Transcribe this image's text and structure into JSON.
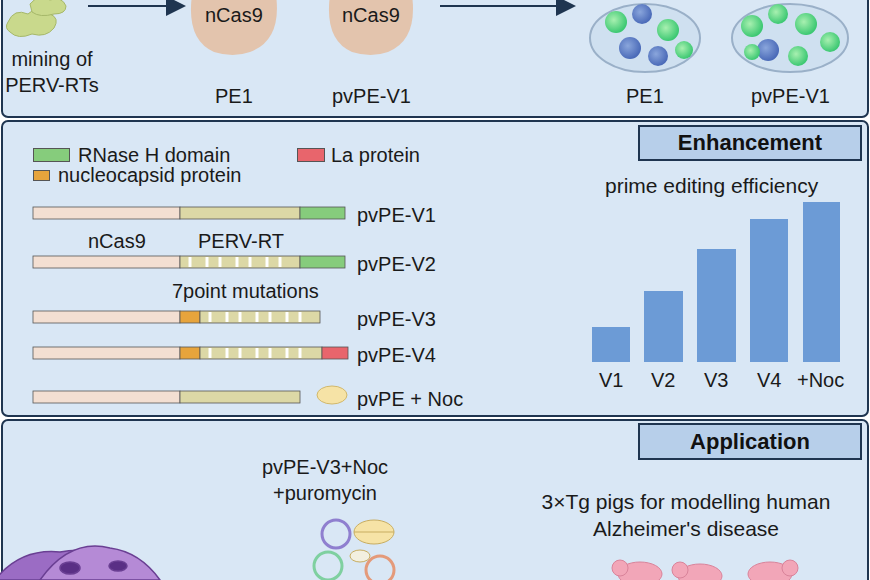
{
  "diagram": {
    "nodes": [
      {
        "text": [
          "Enhancement"
        ]
      },
      {
        "text": [
          "Application"
        ]
      }
    ],
    "labels": [
      "mining of PERV-RTs",
      "nCas9",
      "nCas9",
      "PE1",
      "pvPE-V1",
      "PE1",
      "pvPE-V1",
      "pvPE-V1",
      "nCas9",
      "PERV-RT",
      "pvPE-V2",
      "7point mutations",
      "pvPE-V3",
      "pvPE-V4",
      "pvPE + Noc",
      "prime editing efficiency",
      "V1",
      "V2",
      "V3",
      "V4",
      "+Noc",
      "pvPE-V3+Noc +puromycin",
      "3×Tg pigs for modelling human Alzheimer's disease"
    ],
    "legend": [
      {
        "text": "RNase H domain",
        "color": "#86cc7c"
      },
      {
        "text": "La protein",
        "color": "#e8656c"
      },
      {
        "text": "nucleocapsid protein",
        "color": "#e7a43c"
      }
    ]
  }
}
